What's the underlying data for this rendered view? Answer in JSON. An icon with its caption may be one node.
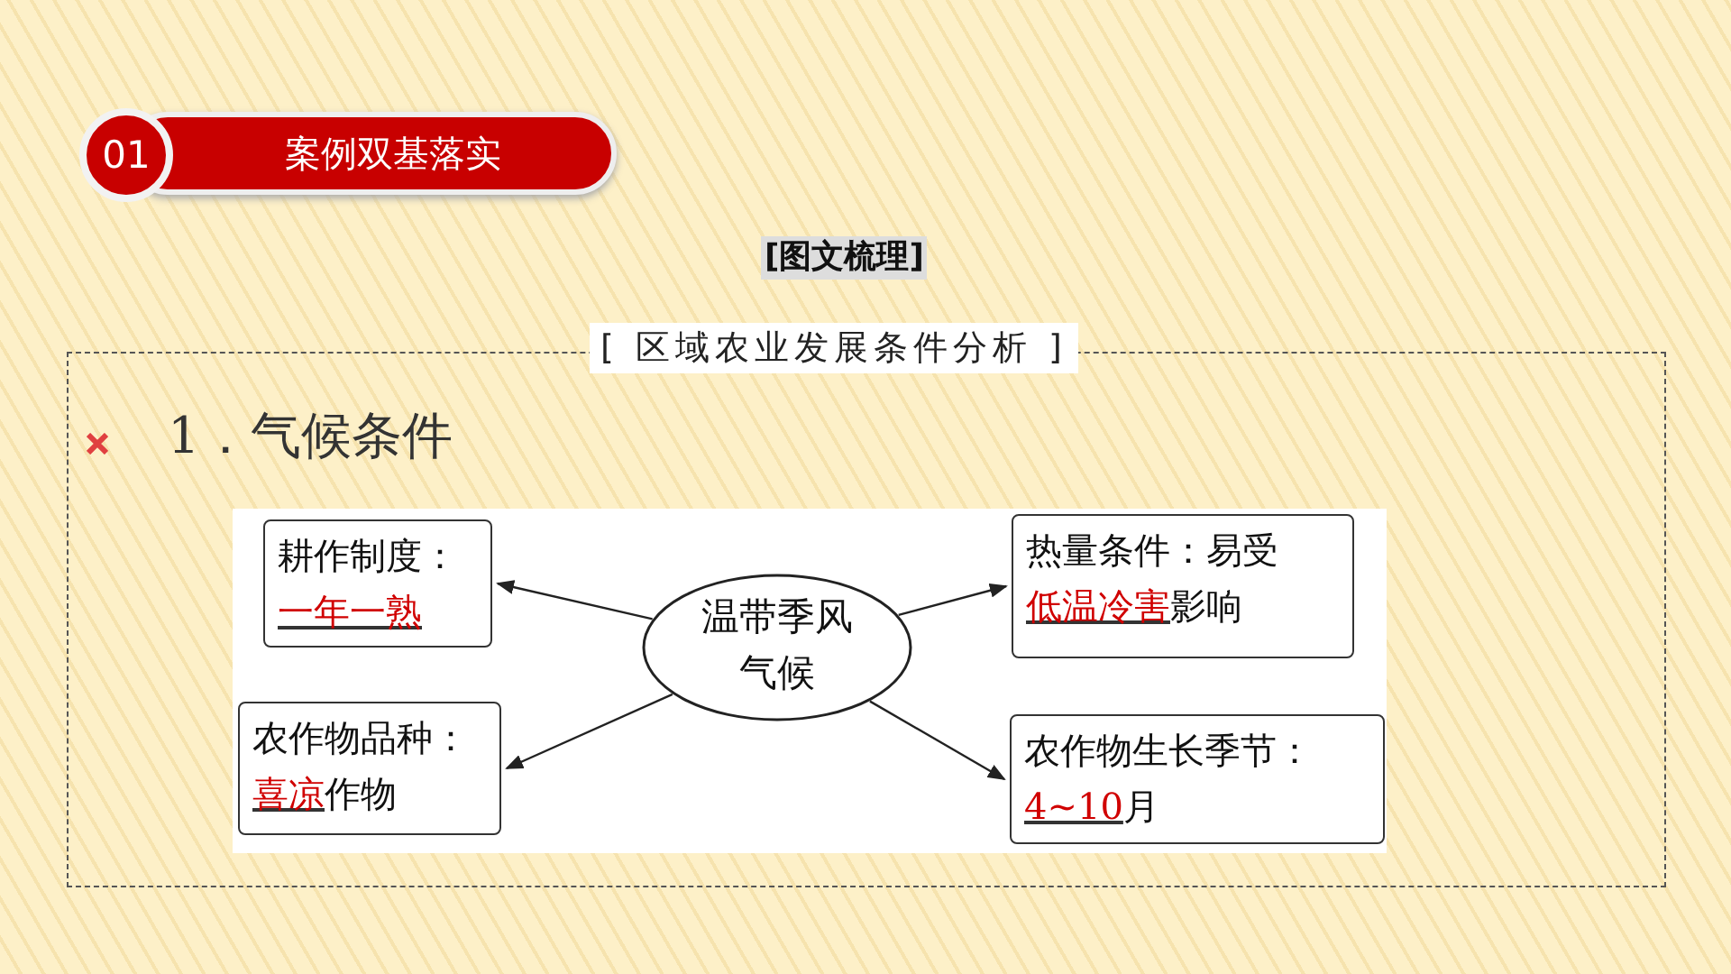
{
  "diagram": {
    "nodes": [
      {
        "text": [
          "1．气候条件"
        ]
      },
      {
        "text": [
          "耕作制度：",
          "一年一熟"
        ],
        "in": 0
      },
      {
        "text": [
          "热量条件：易受",
          "低温冷害",
          "影响"
        ],
        "in": 0
      },
      {
        "text": [
          "温带季风气候"
        ],
        "in": 0
      },
      {
        "text": [
          "农作物品种：",
          "喜凉",
          "作物"
        ],
        "in": 0
      },
      {
        "text": [
          "农作物生长季节：",
          "4~10",
          "月"
        ],
        "in": 0
      }
    ],
    "edges": [
      {
        "from": 3,
        "to": 1,
        "arrow": "to"
      },
      {
        "from": 3,
        "to": 2,
        "arrow": "to"
      },
      {
        "from": 3,
        "to": 4,
        "arrow": "to"
      },
      {
        "from": 3,
        "to": 5,
        "arrow": "to"
      }
    ],
    "labels": [
      "01",
      "案例双基落实",
      "[图文梳理]",
      "[ 区域农业发展条件分析 ]"
    ]
  }
}
